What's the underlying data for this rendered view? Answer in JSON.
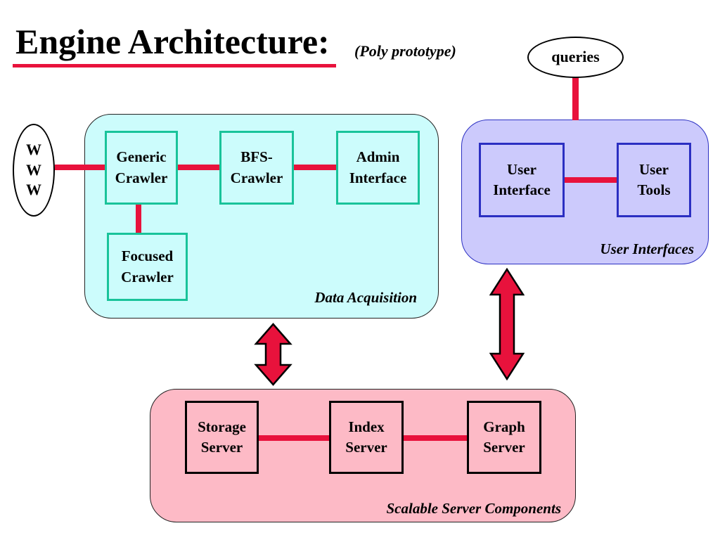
{
  "title": "Engine Architecture:",
  "subtitle": "(Poly prototype)",
  "external": {
    "www": "W\nW\nW",
    "queries": "queries"
  },
  "groups": {
    "data_acquisition": {
      "label": "Data Acquisition",
      "fill": "#ccfcfc",
      "components": {
        "generic_crawler": "Generic\nCrawler",
        "bfs_crawler": "BFS-\nCrawler",
        "admin_interface": "Admin\nInterface",
        "focused_crawler": "Focused\nCrawler"
      }
    },
    "user_interfaces": {
      "label": "User Interfaces",
      "fill": "#cccafc",
      "components": {
        "user_interface": "User\nInterface",
        "user_tools": "User\nTools"
      }
    },
    "scalable_server_components": {
      "label": "Scalable Server Components",
      "fill": "#fdbac6",
      "components": {
        "storage_server": "Storage\nServer",
        "index_server": "Index\nServer",
        "graph_server": "Graph\nServer"
      }
    }
  },
  "colors": {
    "connector": "#e8123c",
    "teal_border": "#19c39a",
    "blue_border": "#2b2fc2",
    "arrow_fill": "#e8123c"
  }
}
